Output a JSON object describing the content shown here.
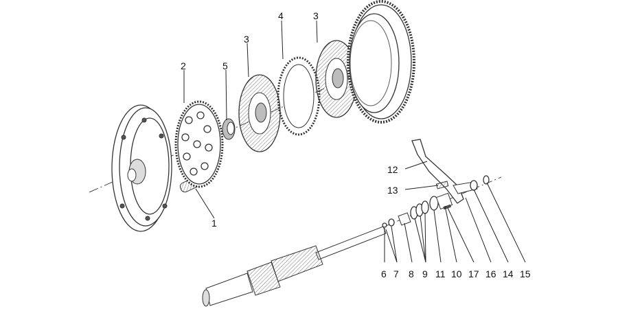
{
  "diagram": {
    "callouts": [
      {
        "id": "c1",
        "text": "1"
      },
      {
        "id": "c2",
        "text": "2"
      },
      {
        "id": "c3a",
        "text": "3"
      },
      {
        "id": "c3b",
        "text": "3"
      },
      {
        "id": "c4",
        "text": "4"
      },
      {
        "id": "c5",
        "text": "5"
      },
      {
        "id": "c6",
        "text": "6"
      },
      {
        "id": "c7",
        "text": "7"
      },
      {
        "id": "c8",
        "text": "8"
      },
      {
        "id": "c9",
        "text": "9"
      },
      {
        "id": "c10",
        "text": "10"
      },
      {
        "id": "c11",
        "text": "11"
      },
      {
        "id": "c12",
        "text": "12"
      },
      {
        "id": "c13",
        "text": "13"
      },
      {
        "id": "c14",
        "text": "14"
      },
      {
        "id": "c15",
        "text": "15"
      },
      {
        "id": "c16",
        "text": "16"
      },
      {
        "id": "c17",
        "text": "17"
      }
    ]
  }
}
